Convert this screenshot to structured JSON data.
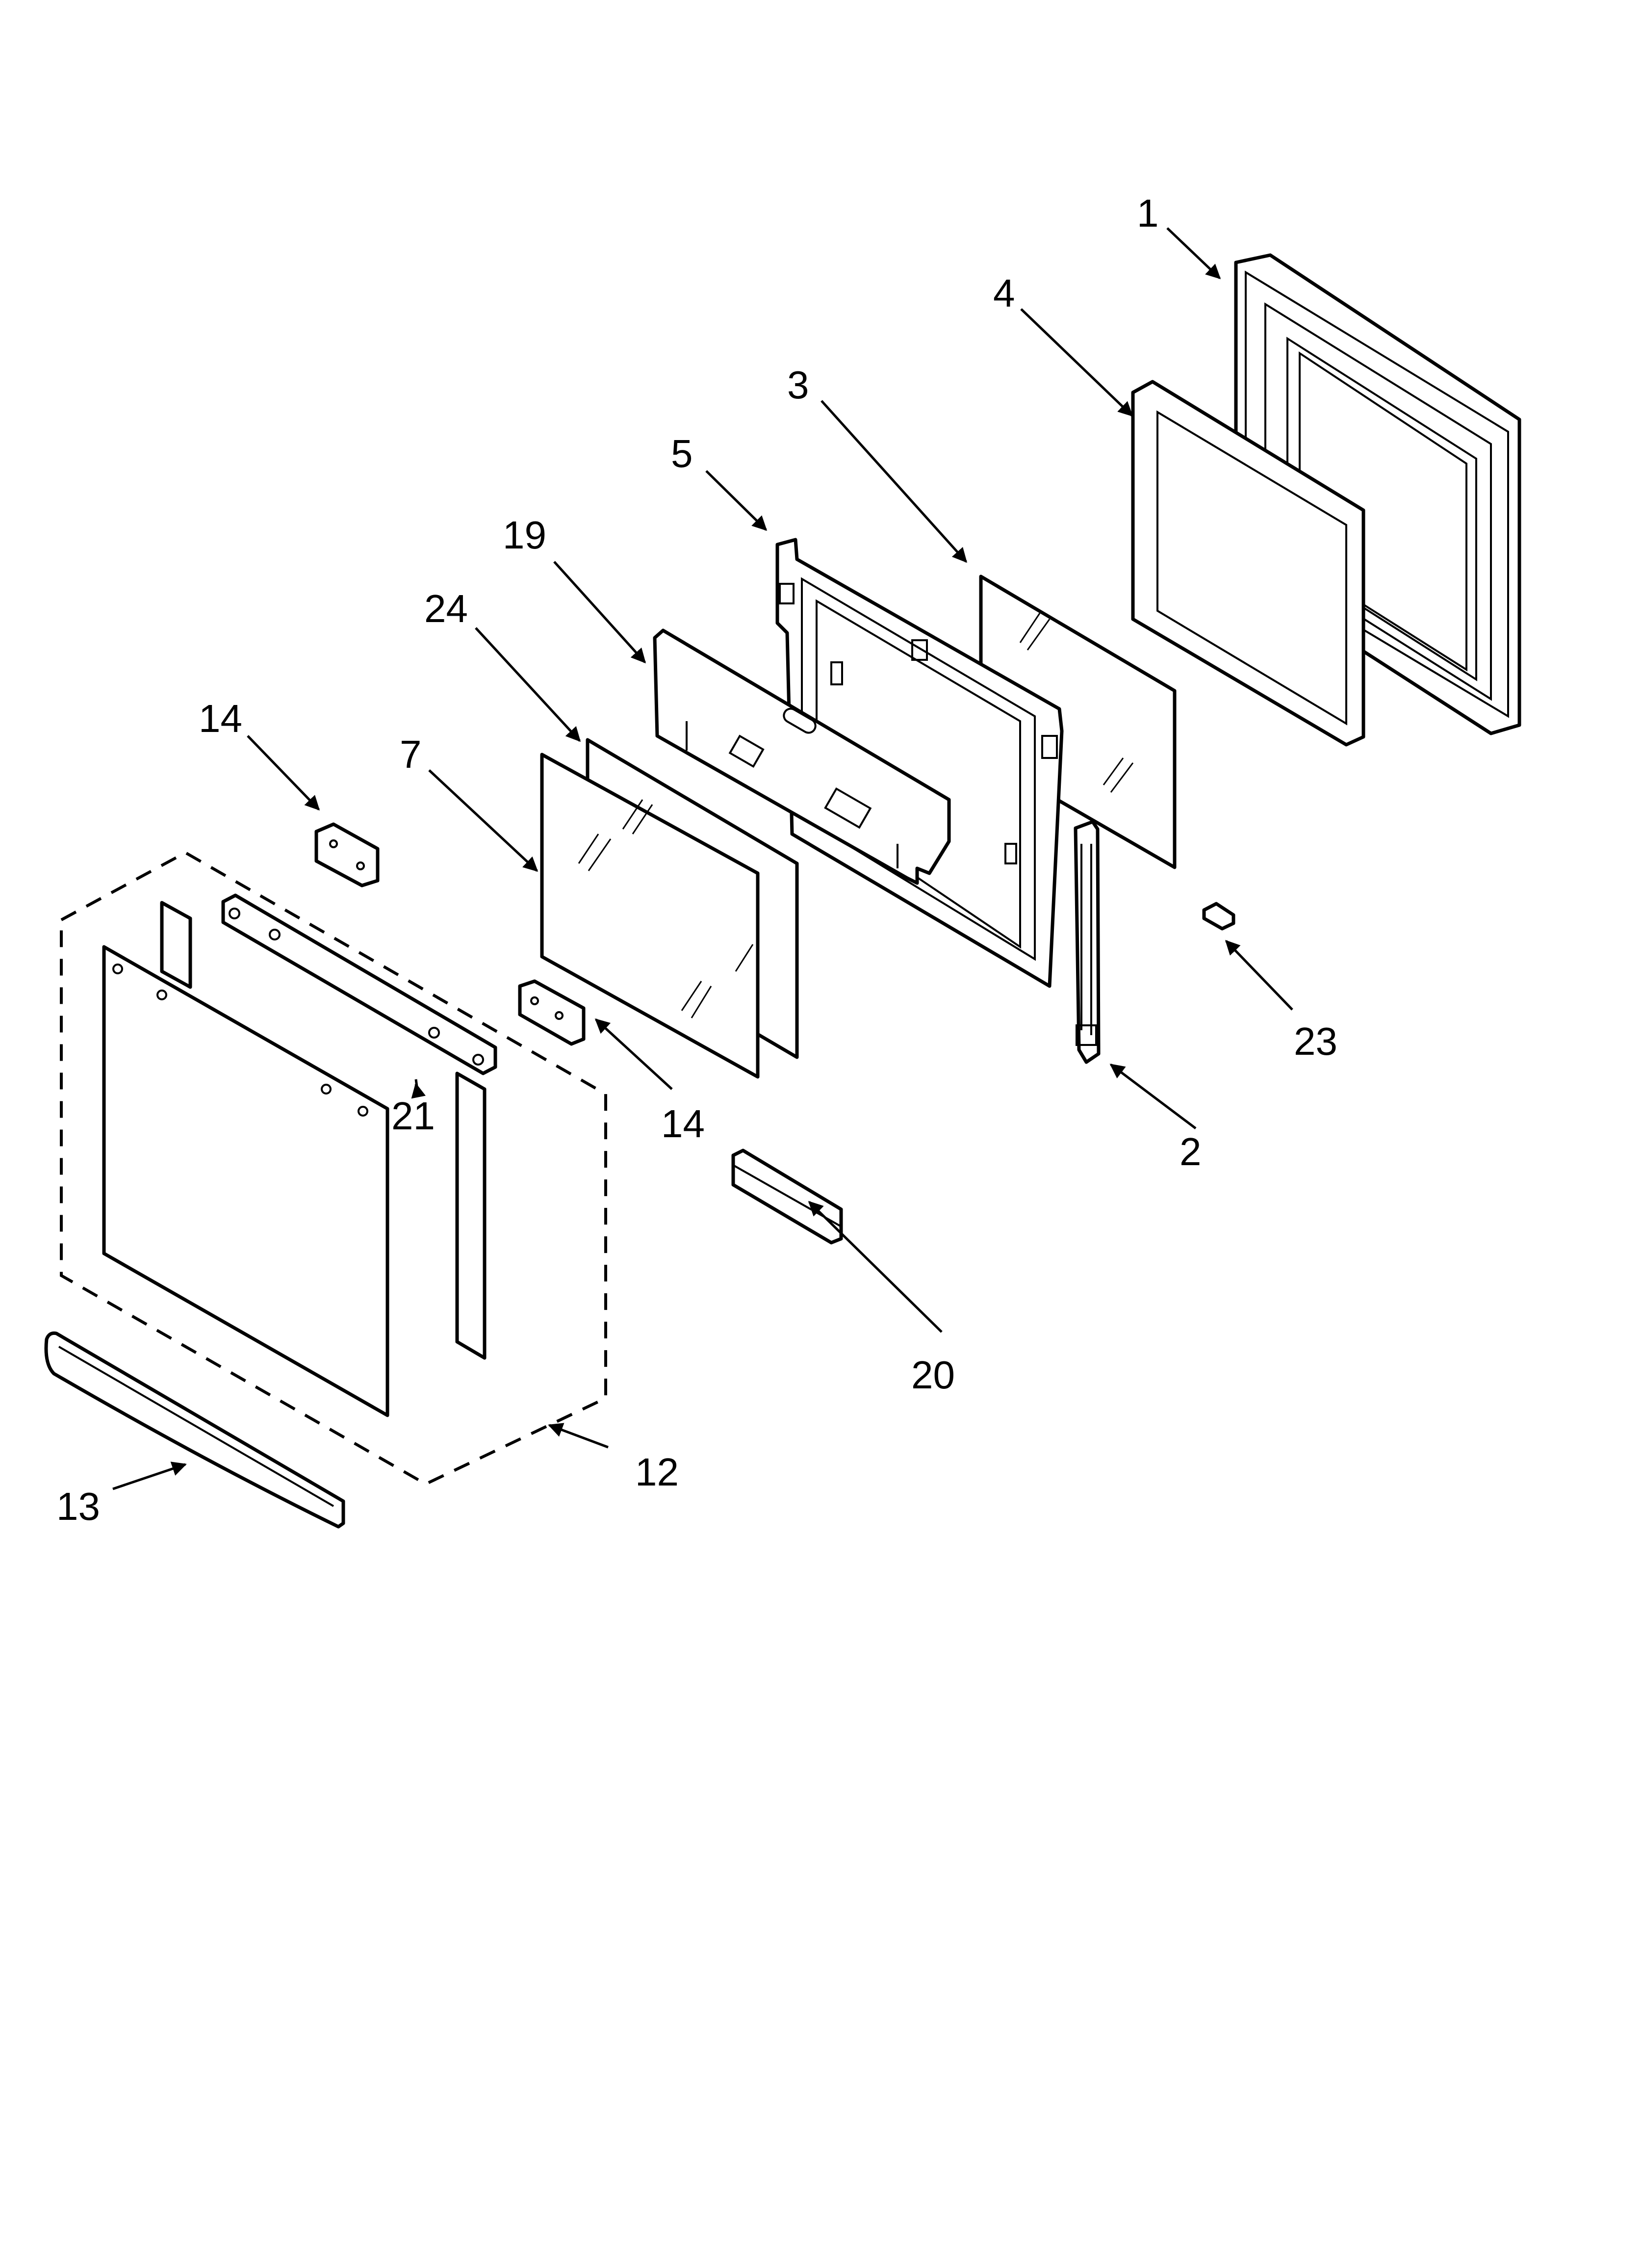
{
  "callouts": [
    {
      "id": "1",
      "text": "1"
    },
    {
      "id": "2",
      "text": "2"
    },
    {
      "id": "3",
      "text": "3"
    },
    {
      "id": "4",
      "text": "4"
    },
    {
      "id": "5",
      "text": "5"
    },
    {
      "id": "7",
      "text": "7"
    },
    {
      "id": "12",
      "text": "12"
    },
    {
      "id": "13",
      "text": "13"
    },
    {
      "id": "14a",
      "text": "14"
    },
    {
      "id": "14b",
      "text": "14"
    },
    {
      "id": "19",
      "text": "19"
    },
    {
      "id": "20",
      "text": "20"
    },
    {
      "id": "21",
      "text": "21"
    },
    {
      "id": "23",
      "text": "23"
    },
    {
      "id": "24",
      "text": "24"
    }
  ]
}
